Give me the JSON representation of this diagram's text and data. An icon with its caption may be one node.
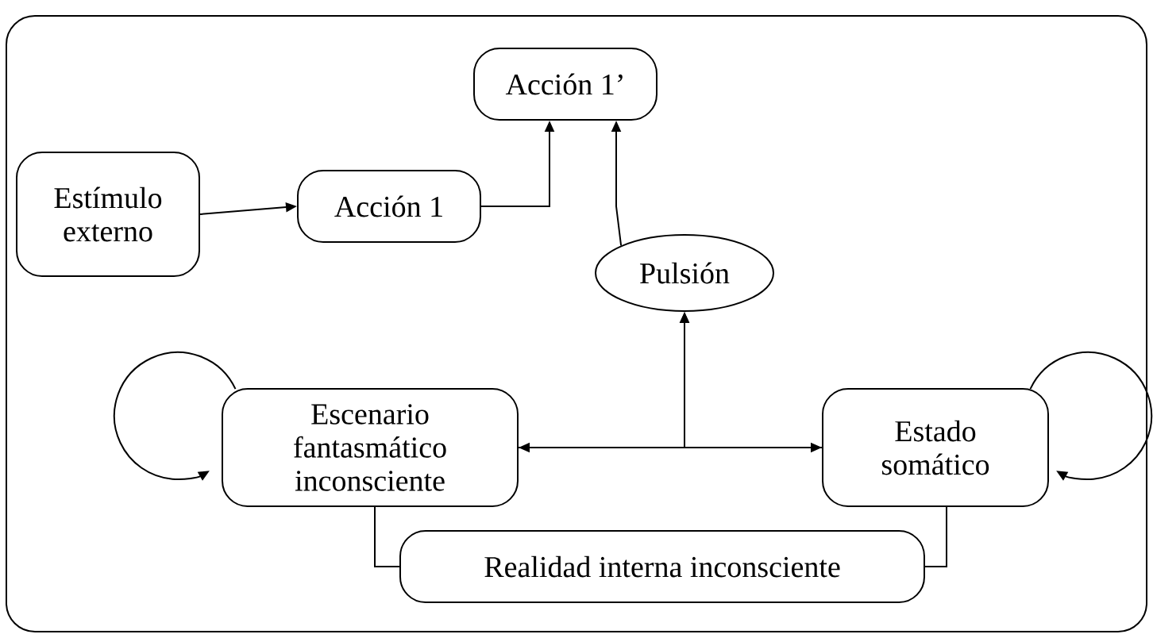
{
  "diagram": {
    "nodes": [
      {
        "text": [
          "Acción 1’"
        ]
      },
      {
        "text": [
          "Estímulo externo"
        ]
      },
      {
        "text": [
          "Acción 1"
        ]
      },
      {
        "text": [
          "Pulsión"
        ]
      },
      {
        "text": [
          "Escenario fantasmático inconsciente"
        ]
      },
      {
        "text": [
          "Estado somático"
        ]
      },
      {
        "text": [
          "Realidad interna inconsciente"
        ]
      }
    ],
    "edges": [
      {
        "from": 1,
        "to": 2,
        "arrow": "to"
      },
      {
        "from": 2,
        "to": 0,
        "arrow": "to"
      },
      {
        "from": 3,
        "to": 0,
        "arrow": "to"
      },
      {
        "from": 4,
        "to": 5,
        "arrow": "both"
      },
      {
        "from": 4,
        "to": 3,
        "arrow": "to"
      },
      {
        "from": 5,
        "to": 3,
        "arrow": "to"
      },
      {
        "from": 4,
        "to": 4,
        "arrow": "to"
      },
      {
        "from": 5,
        "to": 5,
        "arrow": "to"
      },
      {
        "from": 4,
        "to": 6,
        "arrow": "none"
      },
      {
        "from": 5,
        "to": 6,
        "arrow": "none"
      }
    ]
  }
}
